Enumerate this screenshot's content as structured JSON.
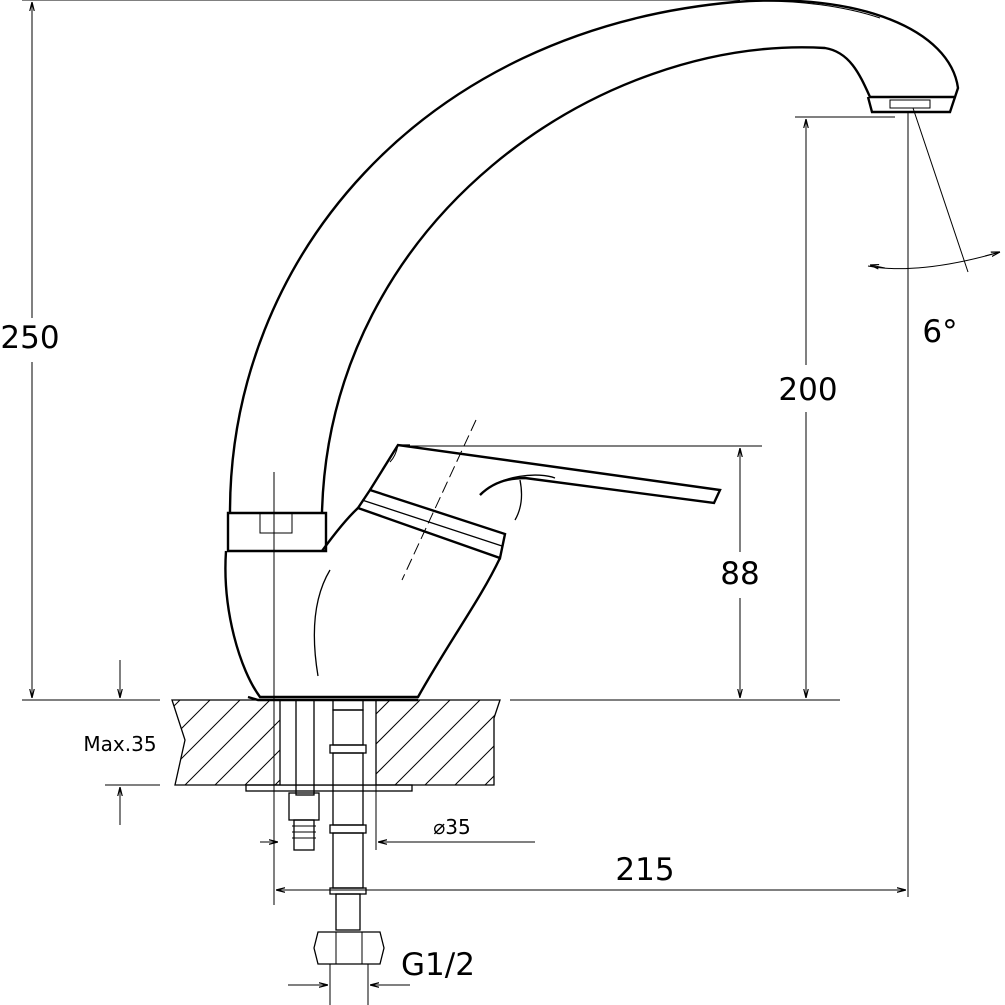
{
  "drawing": {
    "dimensions": {
      "total_height": "250",
      "spout_height": "200",
      "lever_height": "88",
      "reach": "215",
      "swivel_angle": "6°",
      "max_countertop": "Max.35",
      "hole_diameter": "⌀35",
      "hose_thread": "G1/2"
    }
  }
}
